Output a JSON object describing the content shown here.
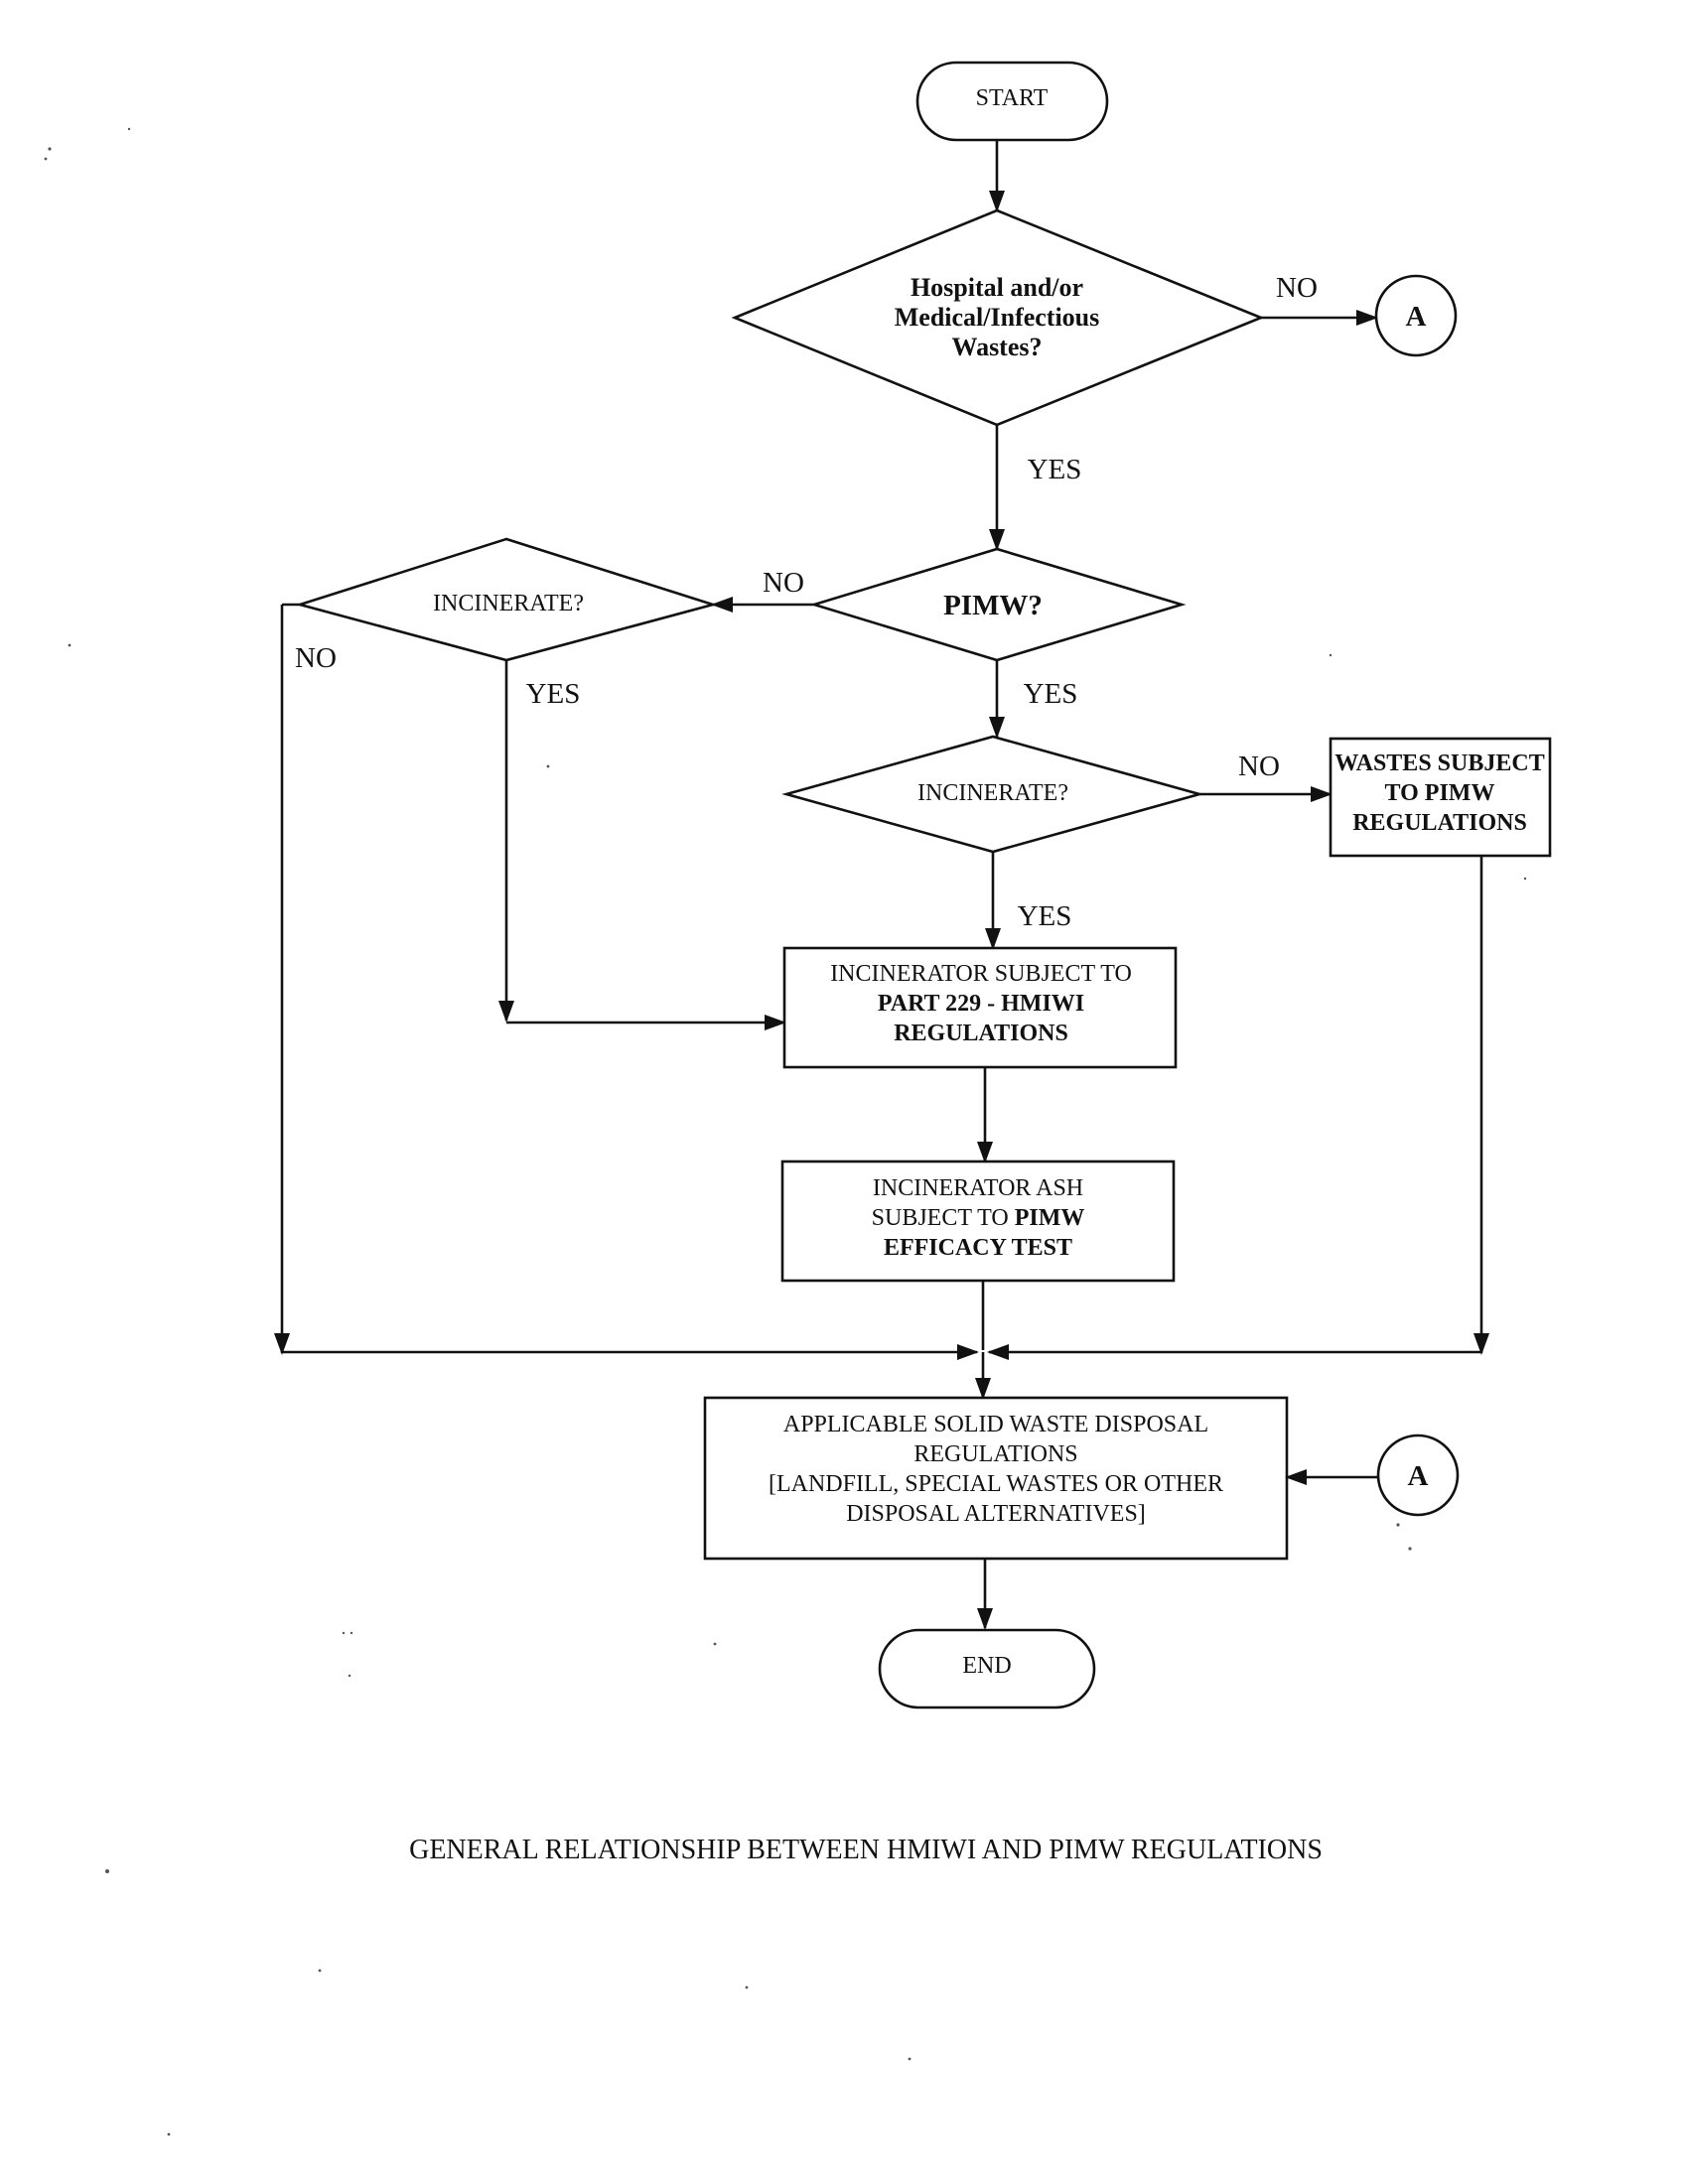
{
  "diagram": {
    "start": "START",
    "end": "END",
    "q_medical": [
      "Hospital and/or",
      "Medical/Infectious",
      "Wastes?"
    ],
    "q_pimw": "PIMW?",
    "q_incinerate_left": "INCINERATE?",
    "q_incinerate_right": "INCINERATE?",
    "connector_label": "A",
    "box_wastes": {
      "line1": "WASTES SUBJECT",
      "line2a": "TO ",
      "line2b": "PIMW",
      "line3": "REGULATIONS"
    },
    "box_incinerator": {
      "line1": "INCINERATOR SUBJECT TO",
      "line2": "PART 229 - HMIWI",
      "line3": "REGULATIONS"
    },
    "box_ash": {
      "line1": "INCINERATOR ASH",
      "line2a": "SUBJECT TO ",
      "line2b": "PIMW",
      "line3": "EFFICACY TEST"
    },
    "box_disposal": [
      "APPLICABLE SOLID WASTE DISPOSAL",
      "REGULATIONS",
      "[LANDFILL, SPECIAL WASTES OR OTHER",
      "DISPOSAL ALTERNATIVES]"
    ],
    "edge_labels": {
      "medical_no": "NO",
      "medical_yes": "YES",
      "pimw_no": "NO",
      "pimw_yes": "YES",
      "inc_left_no": "NO",
      "inc_left_yes": "YES",
      "inc_right_no": "NO",
      "inc_right_yes": "YES"
    }
  },
  "caption": "GENERAL RELATIONSHIP BETWEEN HMIWI AND PIMW REGULATIONS"
}
